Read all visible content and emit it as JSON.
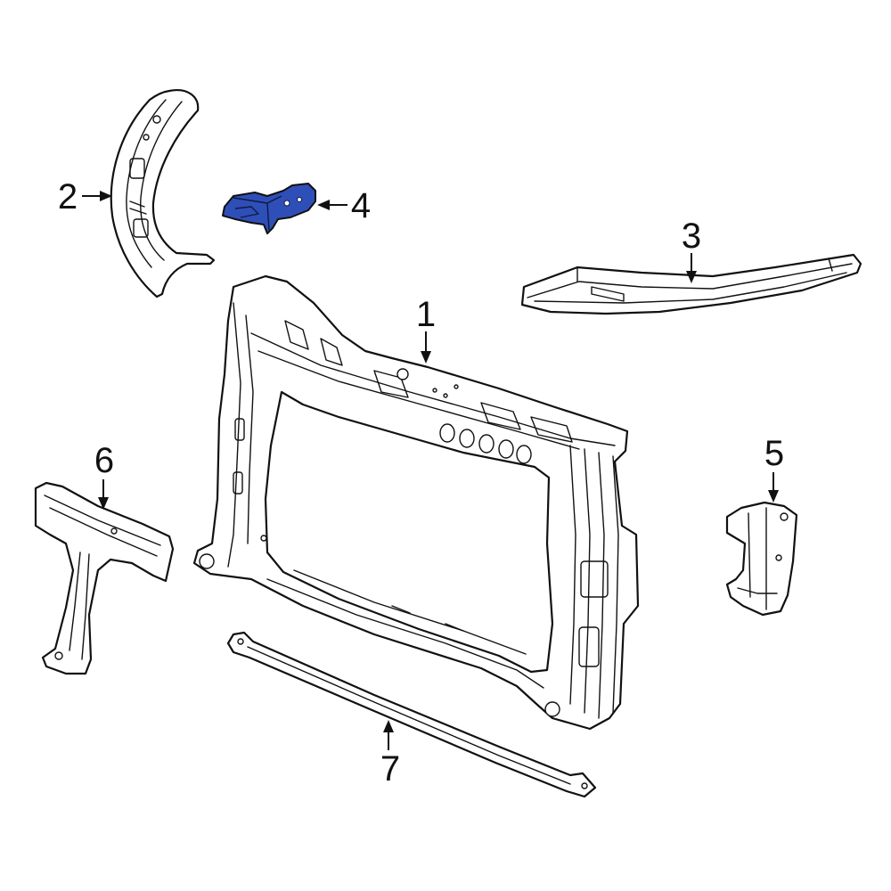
{
  "diagram": {
    "highlight_color": "#2f4fb8",
    "line_color": "#111111",
    "background": "#ffffff",
    "callouts": [
      {
        "id": "1",
        "label": "1"
      },
      {
        "id": "2",
        "label": "2"
      },
      {
        "id": "3",
        "label": "3"
      },
      {
        "id": "4",
        "label": "4",
        "highlighted": true
      },
      {
        "id": "5",
        "label": "5"
      },
      {
        "id": "6",
        "label": "6"
      },
      {
        "id": "7",
        "label": "7"
      }
    ]
  }
}
